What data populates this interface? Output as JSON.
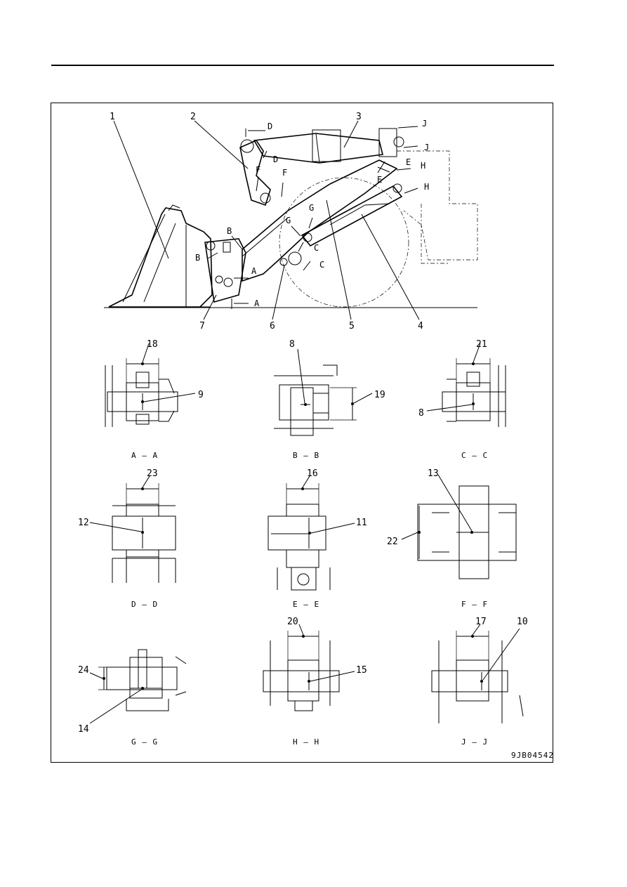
{
  "drawing_id": "9JB04542",
  "parts": {
    "p1": "1",
    "p2": "2",
    "p3": "3",
    "p4": "4",
    "p5": "5",
    "p6": "6",
    "p7": "7",
    "p8": "8",
    "p9": "9",
    "p10": "10",
    "p11": "11",
    "p12": "12",
    "p13": "13",
    "p14": "14",
    "p15": "15",
    "p16": "16",
    "p17": "17",
    "p18": "18",
    "p19": "19",
    "p20": "20",
    "p21": "21",
    "p22": "22",
    "p23": "23",
    "p24": "24"
  },
  "section_letters": {
    "A": "A",
    "B": "B",
    "C": "C",
    "D": "D",
    "E": "E",
    "F": "F",
    "G": "G",
    "H": "H",
    "J": "J"
  },
  "section_captions": {
    "aa": "A – A",
    "bb": "B – B",
    "cc": "C – C",
    "dd": "D – D",
    "ee": "E – E",
    "ff": "F – F",
    "gg": "G – G",
    "hh": "H – H",
    "jj": "J – J"
  }
}
